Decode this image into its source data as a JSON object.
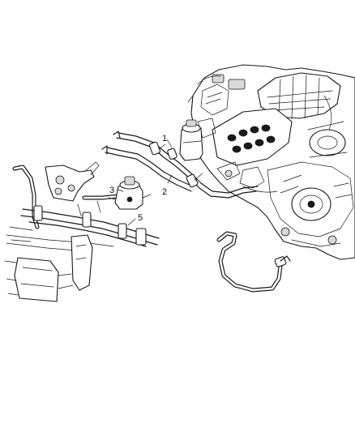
{
  "callouts": [
    {
      "id": "1",
      "label": "1"
    },
    {
      "id": "2",
      "label": "2"
    },
    {
      "id": "3",
      "label": "3"
    },
    {
      "id": "5",
      "label": "5"
    }
  ],
  "colors": {
    "line": "#1a1a1a",
    "background": "#ffffff"
  }
}
